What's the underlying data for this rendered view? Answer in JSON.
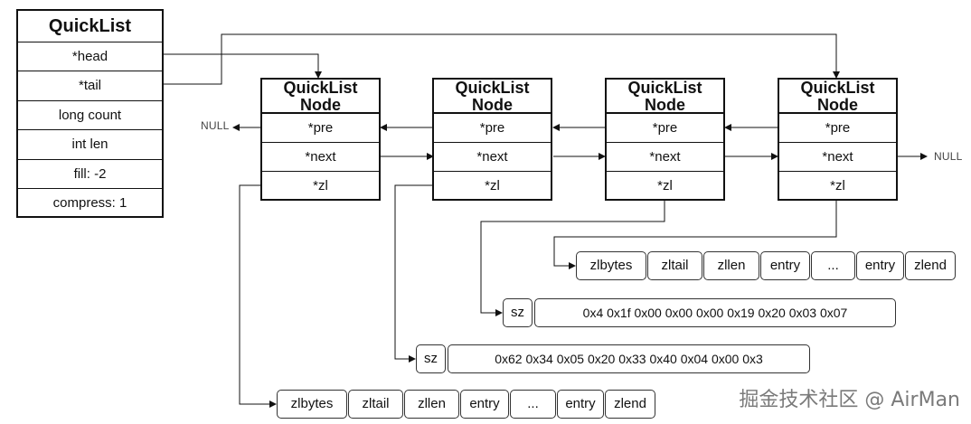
{
  "quicklist": {
    "title": "QuickList",
    "fields": [
      "*head",
      "*tail",
      "long count",
      "int len",
      "fill: -2",
      "compress: 1"
    ]
  },
  "nodes": [
    {
      "title_line1": "QuickList",
      "title_line2": "Node",
      "pre": "*pre",
      "next": "*next",
      "zl": "*zl"
    },
    {
      "title_line1": "QuickList",
      "title_line2": "Node",
      "pre": "*pre",
      "next": "*next",
      "zl": "*zl"
    },
    {
      "title_line1": "QuickList",
      "title_line2": "Node",
      "pre": "*pre",
      "next": "*next",
      "zl": "*zl"
    },
    {
      "title_line1": "QuickList",
      "title_line2": "Node",
      "pre": "*pre",
      "next": "*next",
      "zl": "*zl"
    }
  ],
  "null_left": "NULL",
  "null_right": "NULL",
  "ziplist_top": [
    "zlbytes",
    "zltail",
    "zllen",
    "entry",
    "...",
    "entry",
    "zlend"
  ],
  "compressed_1": {
    "sz": "sz",
    "bytes": "0x4 0x1f 0x00 0x00 0x00 0x19 0x20 0x03 0x07"
  },
  "compressed_2": {
    "sz": "sz",
    "bytes": "0x62 0x34 0x05 0x20 0x33 0x40 0x04 0x00 0x3"
  },
  "ziplist_bottom": [
    "zlbytes",
    "zltail",
    "zllen",
    "entry",
    "...",
    "entry",
    "zlend"
  ],
  "watermark": "掘金技术社区 @ AirMan"
}
